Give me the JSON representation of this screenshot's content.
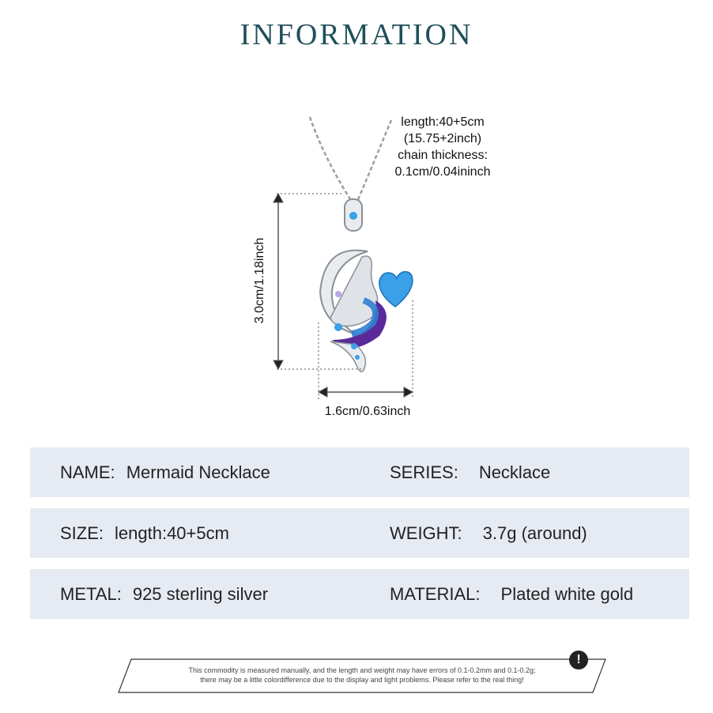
{
  "header": {
    "title": "INFORMATION"
  },
  "chain_info": {
    "line1": "length:40+5cm",
    "line2": "(15.75+2inch)",
    "line3": "chain thickness:",
    "line4": "0.1cm/0.04ininch"
  },
  "dimensions": {
    "height": "3.0cm/1.18inch",
    "width": "1.6cm/0.63inch"
  },
  "specs": [
    {
      "left_label": "NAME:",
      "left_value": "Mermaid Necklace",
      "right_label": "SERIES:",
      "right_value": "Necklace"
    },
    {
      "left_label": "SIZE:",
      "left_value": "length:40+5cm",
      "right_label": "WEIGHT:",
      "right_value": "3.7g (around)"
    },
    {
      "left_label": "METAL:",
      "left_value": "925 sterling silver",
      "right_label": "MATERIAL:",
      "right_value": "Plated white gold"
    }
  ],
  "notice": {
    "line1": "This commodity is measured manually, and the length and weight may have errors of 0.1-0.2mm and 0.1-0.2g;",
    "line2": "there may be a little colordifference due to the display and light problems. Please refer to the real thing!",
    "icon": "exclamation-icon"
  },
  "colors": {
    "title": "#1f4f5a",
    "row_bg": "#e6ebf3",
    "stone_blue": "#3aa0e8",
    "tail_purple": "#5a2a9a"
  }
}
